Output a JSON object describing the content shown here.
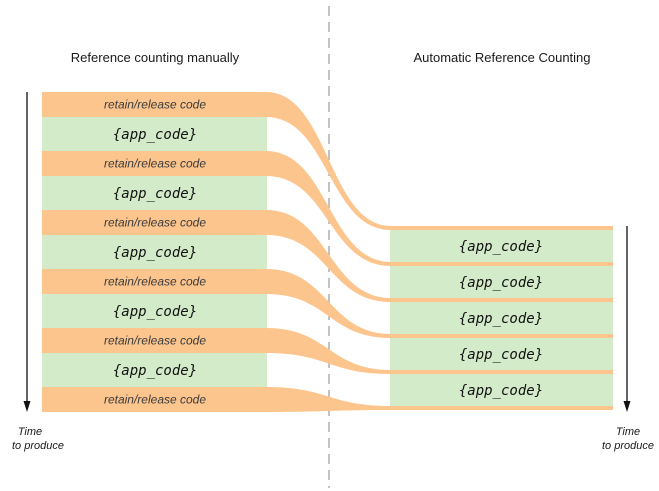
{
  "headings": {
    "manual": "Reference counting manually",
    "arc": "Automatic Reference Counting"
  },
  "labels": {
    "retain_release": "retain/release code",
    "app_code": "{app_code}",
    "time_line1": "Time",
    "time_line2": "to produce"
  },
  "manual_blocks": [
    "retain_release",
    "app_code",
    "retain_release",
    "app_code",
    "retain_release",
    "app_code",
    "retain_release",
    "app_code",
    "retain_release",
    "app_code",
    "retain_release"
  ],
  "arc_block_count": 5,
  "colors": {
    "retain_release": "#fcc58e",
    "app_code": "#d4ebca",
    "divider": "#9a9a9a",
    "text": "#1a1a1a"
  }
}
